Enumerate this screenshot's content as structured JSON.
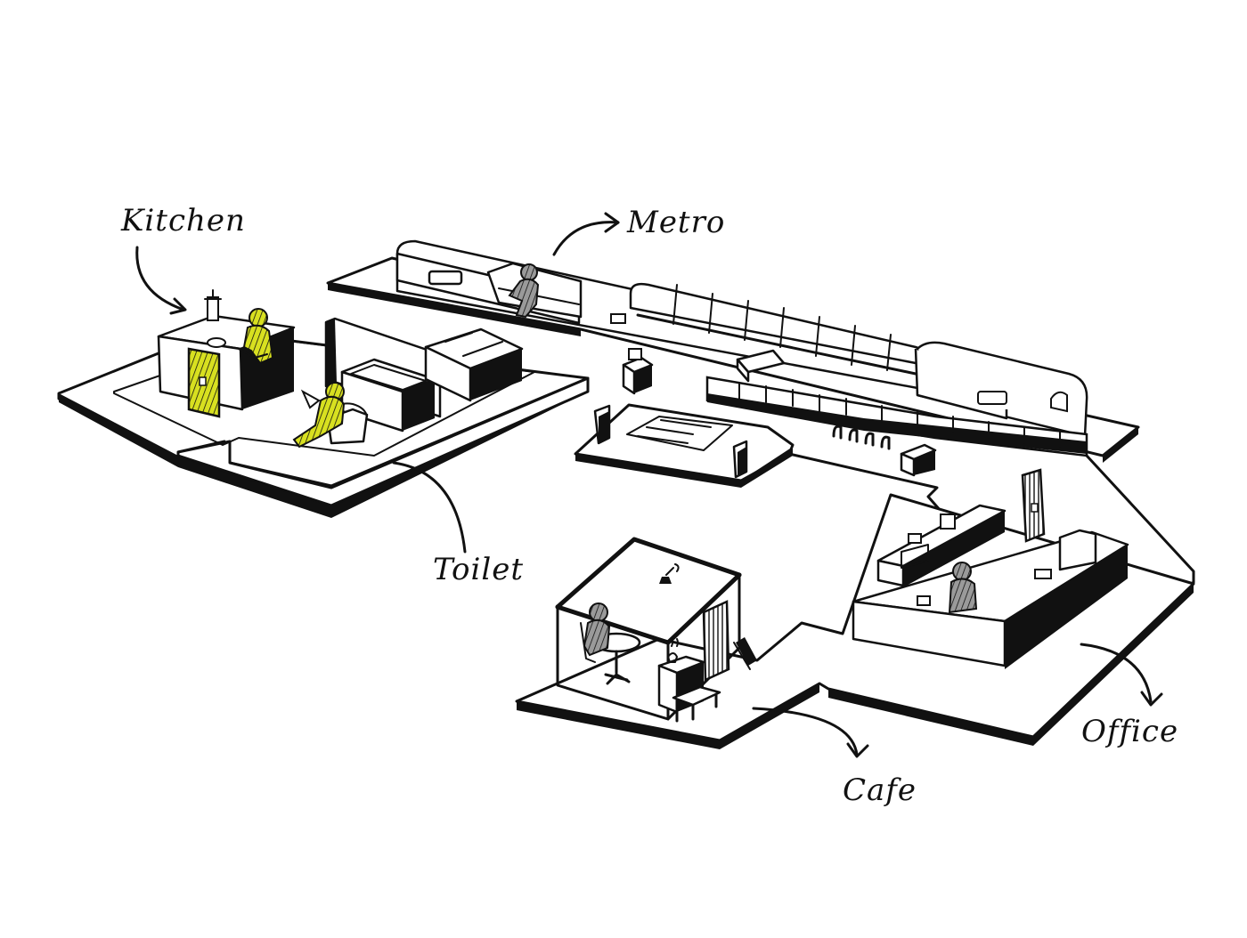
{
  "labels": {
    "kitchen": "Kitchen",
    "metro": "Metro",
    "toilet": "Toilet",
    "cafe": "Cafe",
    "office": "Office"
  },
  "colors": {
    "ink": "#111111",
    "highlight": "#d8e020",
    "figure_grey": "#9a9a9a",
    "background": "#ffffff"
  }
}
